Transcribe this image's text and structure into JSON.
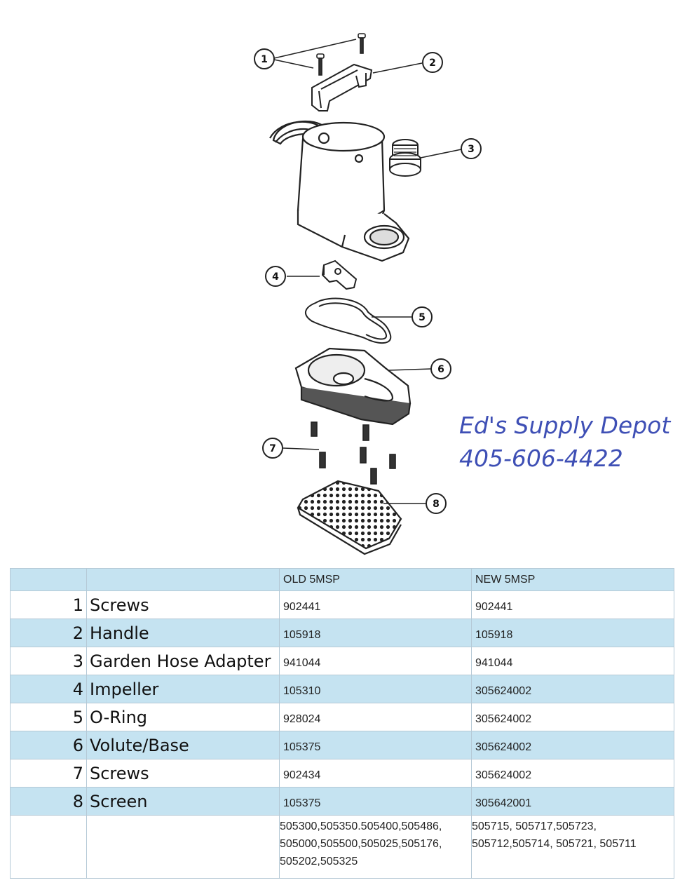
{
  "callouts": [
    "1",
    "2",
    "3",
    "4",
    "5",
    "6",
    "7",
    "8"
  ],
  "brand": {
    "name": "Ed's Supply Depot",
    "phone": "405-606-4422",
    "color": "#3e4fb5"
  },
  "table": {
    "headers": {
      "old": "OLD 5MSP",
      "new": "NEW 5MSP"
    },
    "rows": [
      {
        "num": "1",
        "name": "Screws",
        "old": "902441",
        "new": "902441"
      },
      {
        "num": "2",
        "name": "Handle",
        "old": "105918",
        "new": "105918"
      },
      {
        "num": "3",
        "name": "Garden Hose Adapter",
        "old": "941044",
        "new": "941044"
      },
      {
        "num": "4",
        "name": "Impeller",
        "old": "105310",
        "new": "305624002"
      },
      {
        "num": "5",
        "name": "O-Ring",
        "old": "928024",
        "new": "305624002"
      },
      {
        "num": "6",
        "name": "Volute/Base",
        "old": "105375",
        "new": "305624002"
      },
      {
        "num": "7",
        "name": "Screws",
        "old": "902434",
        "new": "305624002"
      },
      {
        "num": "8",
        "name": "Screen",
        "old": "105375",
        "new": "305642001"
      }
    ],
    "models": {
      "old": [
        "505300,505350.505400,505486,",
        "505000,505500,505025,505176,",
        "505202,505325"
      ],
      "new": [
        "505715, 505717,505723,",
        "505712,505714, 505721, 505711"
      ]
    },
    "row_colors": {
      "header": "#c5e3f1",
      "stripe": "#c5e3f1",
      "plain": "#ffffff"
    }
  }
}
